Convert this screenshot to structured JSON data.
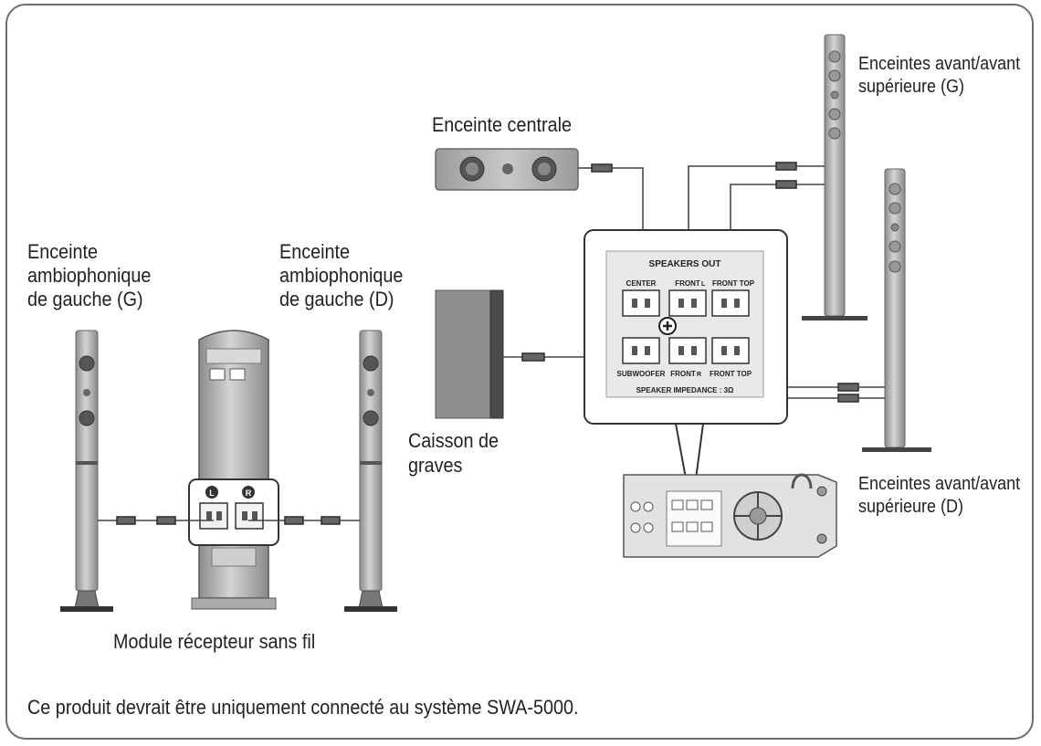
{
  "labels": {
    "center_speaker": "Enceinte centrale",
    "front_left_line1": "Enceintes avant/avant",
    "front_left_line2": "supérieure (G)",
    "front_right_line1": "Enceintes avant/avant",
    "front_right_line2": "supérieure (D)",
    "surround_left_line1": "Enceinte",
    "surround_left_line2": "ambiophonique",
    "surround_left_line3": "de gauche (G)",
    "surround_right_line1": "Enceinte",
    "surround_right_line2": "ambiophonique",
    "surround_right_line3": "de gauche (D)",
    "subwoofer_line1": "Caisson de",
    "subwoofer_line2": "graves",
    "wireless_module": "Module récepteur sans fil",
    "footer_note": "Ce produit devrait être uniquement connecté au système SWA-5000."
  },
  "panel": {
    "title": "SPEAKERS OUT",
    "center": "CENTER",
    "front_left": "FRONT",
    "front_top_left": "FRONT TOP",
    "subwoofer": "SUBWOOFER",
    "front_right": "FRONT",
    "front_top_right": "FRONT TOP",
    "impedance": "SPEAKER IMPEDANCE : 3Ω",
    "left_mark": "L",
    "right_mark": "R"
  },
  "module_ports": {
    "left": "L",
    "right": "R"
  },
  "colors": {
    "frame": "#6d6d6d",
    "speaker_body": "#bdbdbd",
    "speaker_dark": "#4a4a4a",
    "panel_bg": "#e9e9e9"
  }
}
